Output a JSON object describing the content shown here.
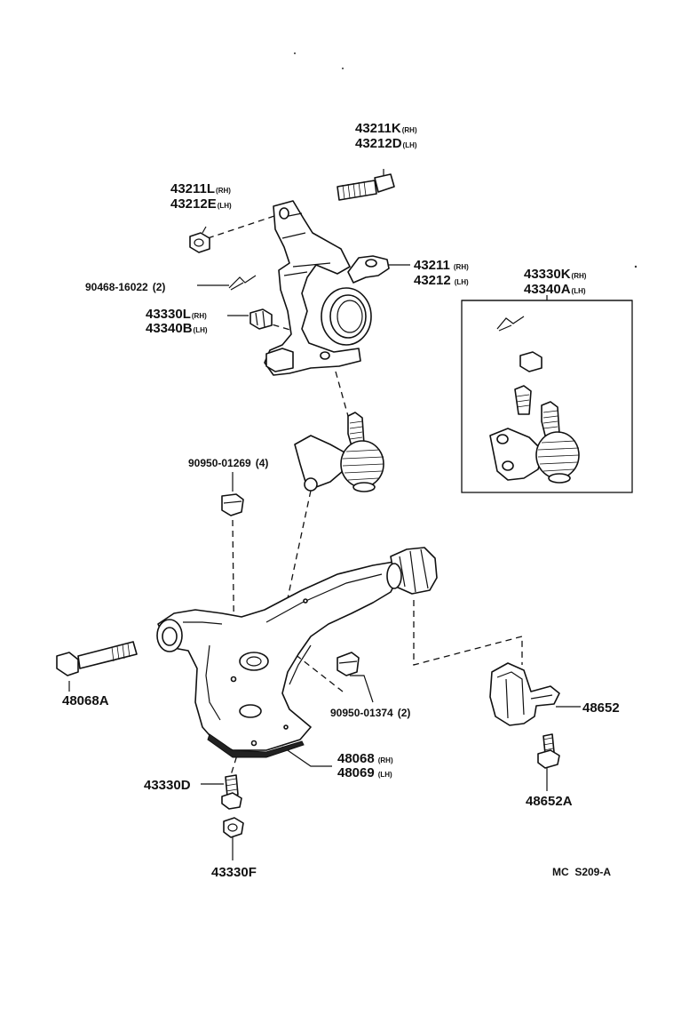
{
  "labels": {
    "knuckle_bolt": {
      "main1": "43211K",
      "suf1": "(RH)",
      "main2": "43212D",
      "suf2": "(LH)"
    },
    "knuckle_nut": {
      "main1": "43211L",
      "suf1": "(RH)",
      "main2": "43212E",
      "suf2": "(LH)"
    },
    "knuckle": {
      "main1": "43211",
      "suf1": "(RH)",
      "main2": "43212",
      "suf2": "(LH)"
    },
    "cotter_pin": {
      "text": "90468-16022",
      "qty": "(2)"
    },
    "balljoint_nut": {
      "main1": "43330L",
      "suf1": "(RH)",
      "main2": "43340B",
      "suf2": "(LH)"
    },
    "balljoint_assy": {
      "main1": "43330K",
      "suf1": "(RH)",
      "main2": "43340A",
      "suf2": "(LH)"
    },
    "grommet_a": {
      "text": "90950-01269",
      "qty": "(4)"
    },
    "arm_bolt": {
      "text": "48068A"
    },
    "grommet_b": {
      "text": "90950-01374",
      "qty": "(2)"
    },
    "lower_arm": {
      "main1": "48068",
      "suf1": "(RH)",
      "main2": "48069",
      "suf2": "(LH)"
    },
    "arm_bracket_bolt": {
      "text": "43330D"
    },
    "arm_bracket_nut": {
      "text": "43330F"
    },
    "bushing_bracket": {
      "text": "48652"
    },
    "bracket_bolt": {
      "text": "48652A"
    },
    "catalog_code": {
      "text": "MC  S209-A"
    }
  }
}
